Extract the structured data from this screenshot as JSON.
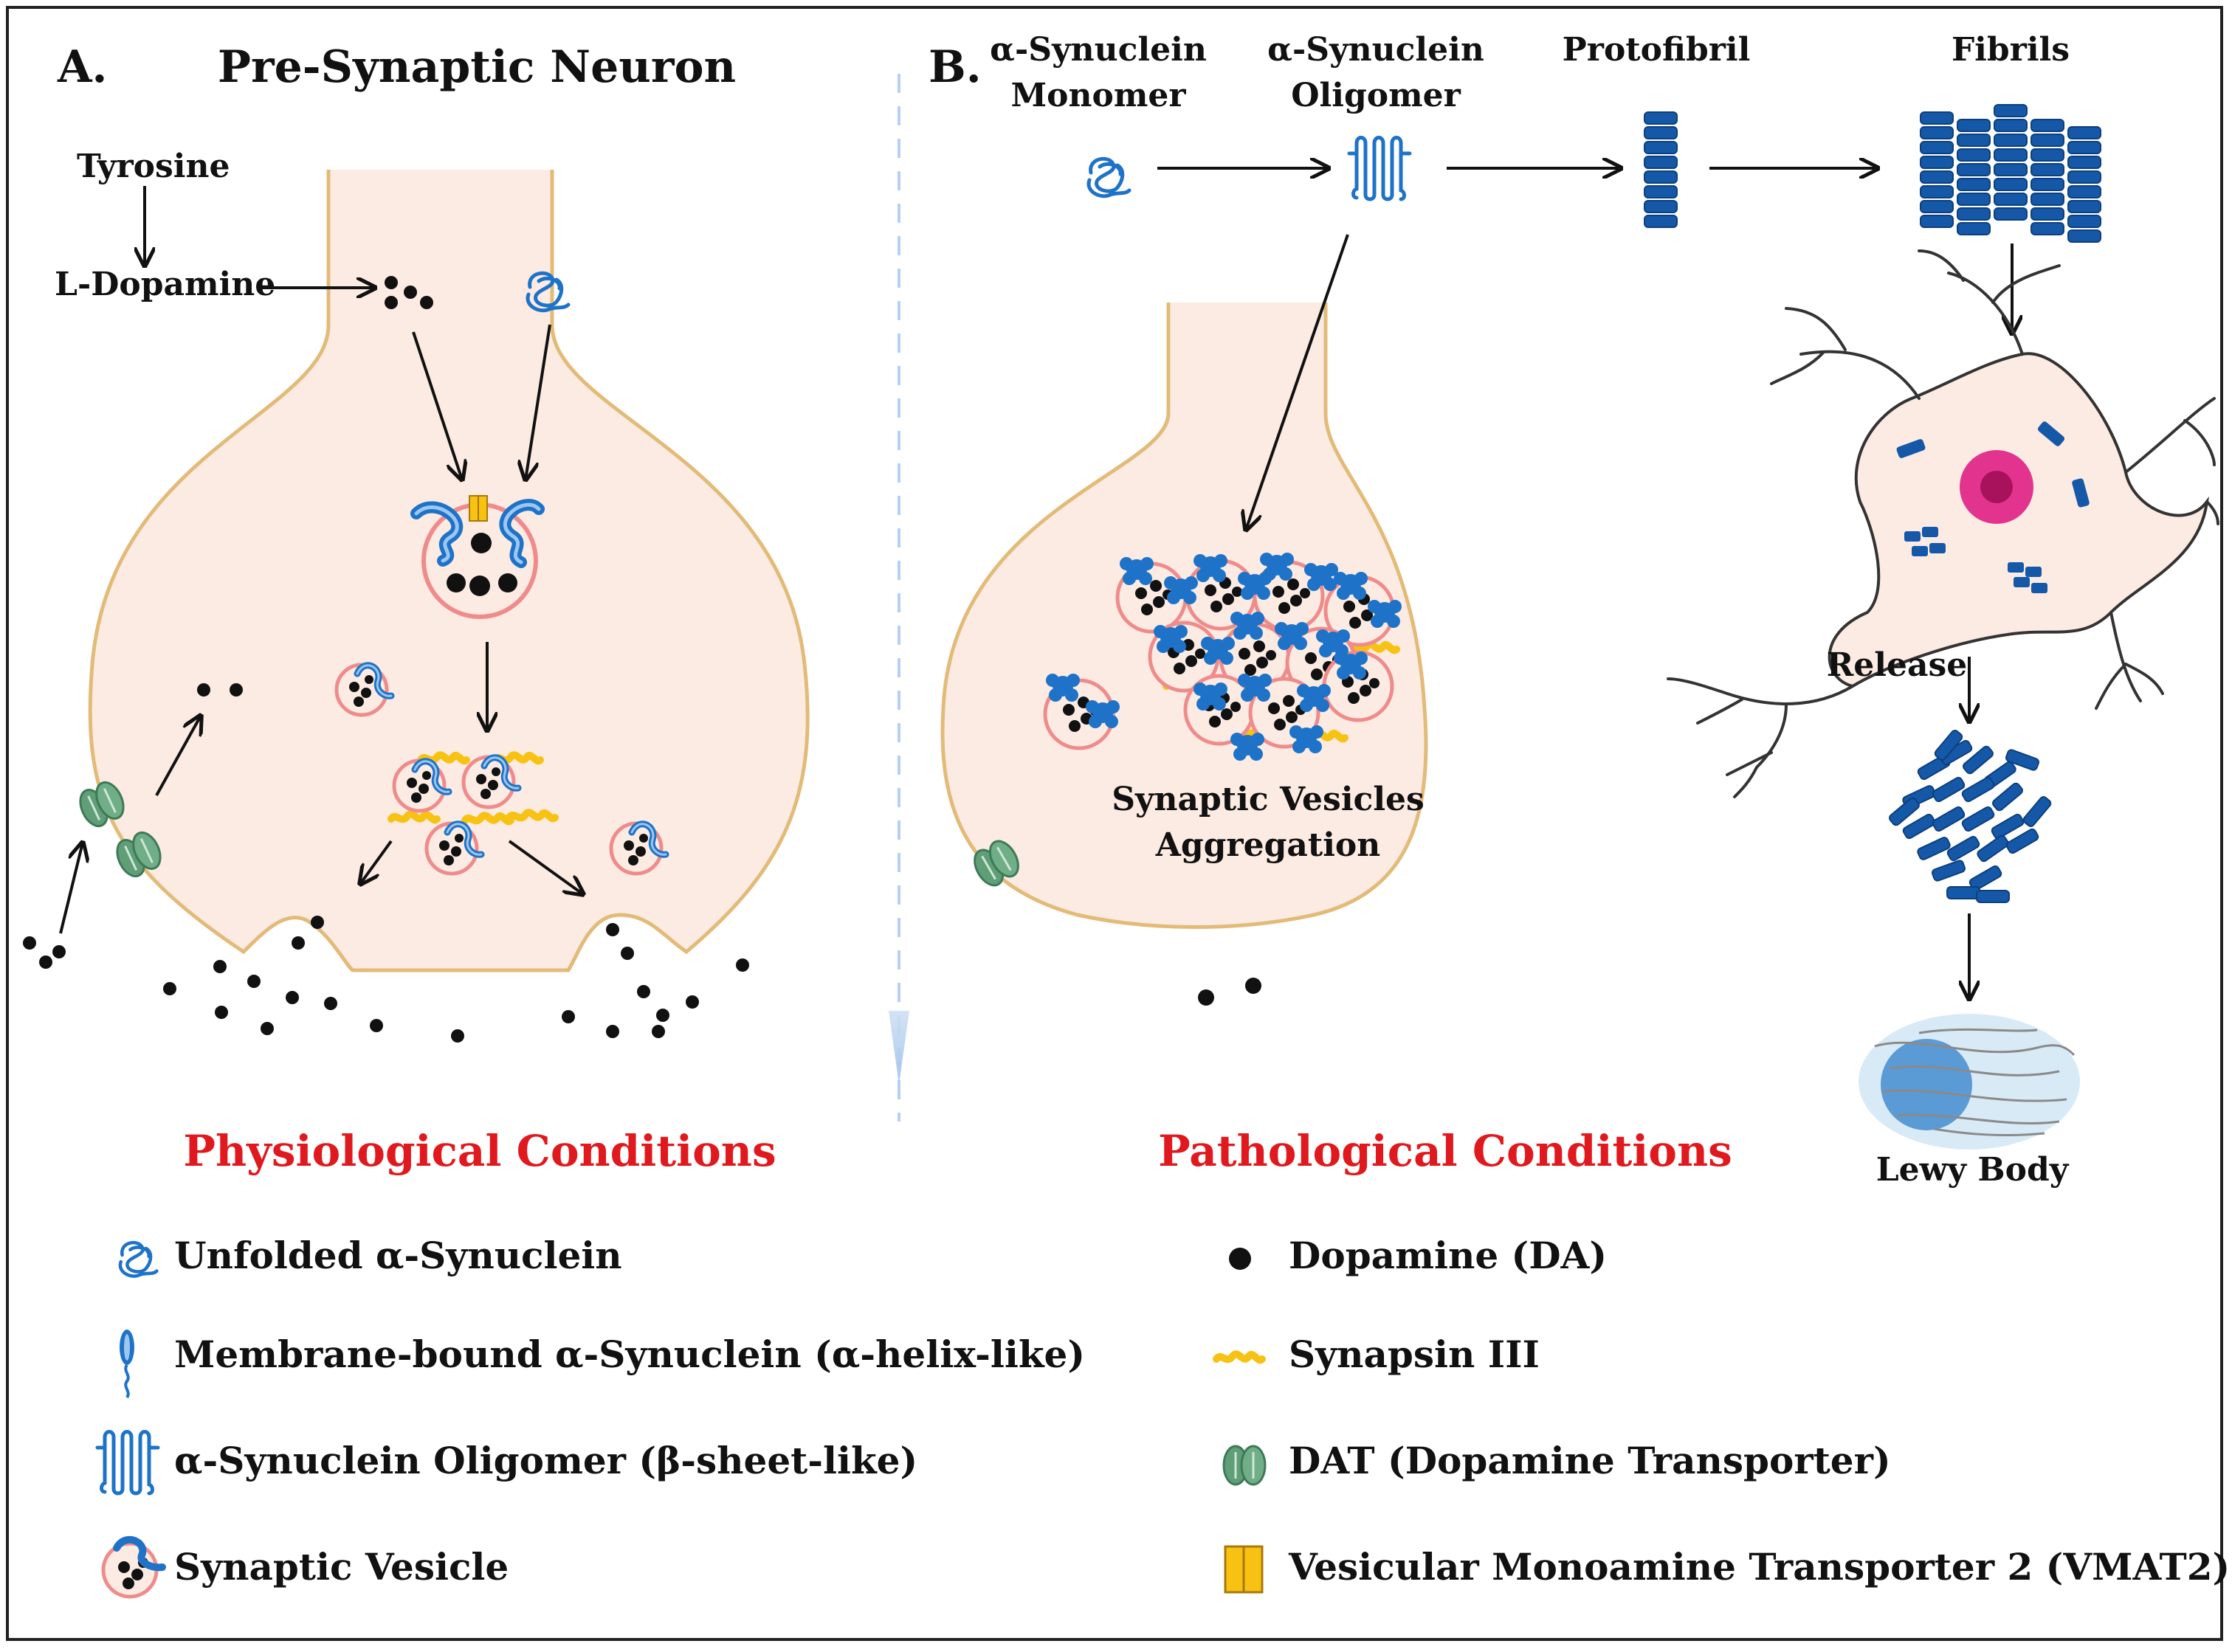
{
  "panel_a": {
    "letter": "A.",
    "title": "Pre-Synaptic Neuron",
    "tyrosine": "Tyrosine",
    "l_dopamine": "L-Dopamine",
    "condition": "Physiological Conditions"
  },
  "panel_b": {
    "letter": "B.",
    "monomer_line1": "α-Synuclein",
    "monomer_line2": "Monomer",
    "oligomer_line1": "α-Synuclein",
    "oligomer_line2": "Oligomer",
    "protofibril": "Protofibril",
    "fibrils": "Fibrils",
    "aggregation_line1": "Synaptic Vesicles",
    "aggregation_line2": "Aggregation",
    "release": "Release",
    "lewy_body": "Lewy Body",
    "condition": "Pathological Conditions"
  },
  "legend": {
    "unfolded": "Unfolded α-Synuclein",
    "membrane_bound": "Membrane-bound α-Synuclein (α-helix-like)",
    "oligomer": "α-Synuclein Oligomer (β-sheet-like)",
    "vesicle": "Synaptic Vesicle",
    "dopamine": "Dopamine (DA)",
    "synapsin": "Synapsin III",
    "dat": "DAT (Dopamine Transporter)",
    "vmat2": "Vesicular Monoamine Transporter 2 (VMAT2)"
  },
  "colors": {
    "cytoplasm": "#fcebe3",
    "membrane": "#e3bb78",
    "synuclein_blue": "#1e73c8",
    "fibril_blue": "#1558a8",
    "vesicle_ring": "#f08b8b",
    "synapsin_yellow": "#f7c212",
    "dat_green": "#5f9e77",
    "nucleus_pink": "#e2348f",
    "condition_red": "#e0191e"
  }
}
